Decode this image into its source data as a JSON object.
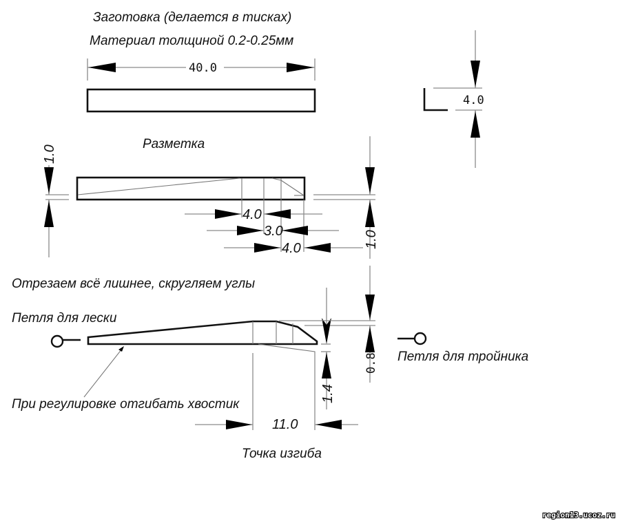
{
  "blank": {
    "title": "Заготовка (делается в тисках)",
    "material": "Материал толщиной 0.2-0.25мм",
    "length_dim": "40.0",
    "width_dim": "4.0"
  },
  "marking": {
    "title": "Разметка",
    "left_dim": "1.0",
    "right_dim": "1.0",
    "dim_a": "4.0",
    "dim_b": "3.0",
    "dim_c": "4.0"
  },
  "final": {
    "title": "Отрезаем всё лишнее, скругляем углы",
    "line_loop": "Петля для лески",
    "hook_loop": "Петля для тройника",
    "adjust_note": "При регулировке отгибать хвостик",
    "bend_point": "Точка изгиба",
    "dim_height": "1.4",
    "dim_tip": "0.8",
    "dim_bend": "11.0"
  },
  "watermark": "region13.ucoz.ru"
}
